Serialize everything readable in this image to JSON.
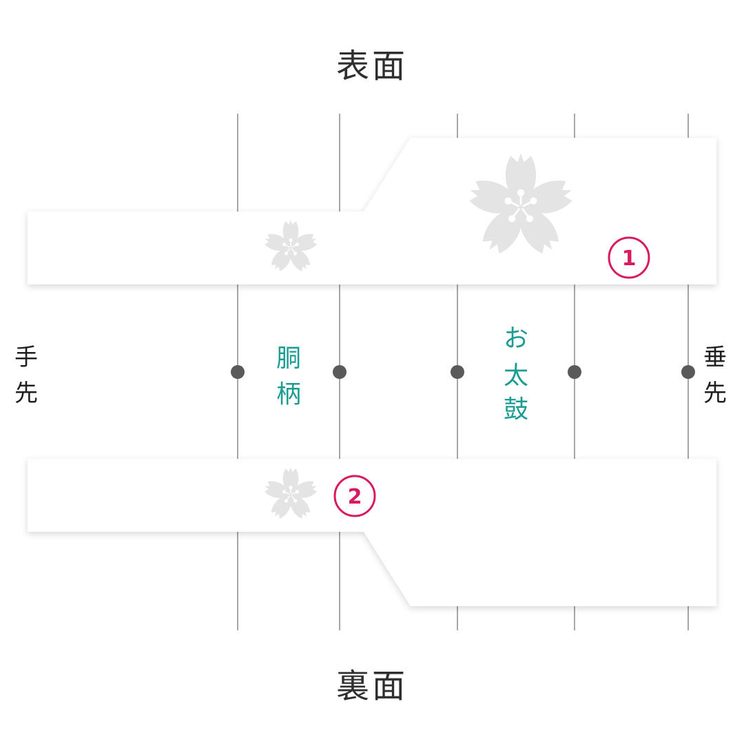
{
  "titles": {
    "front": "表面",
    "back": "裏面"
  },
  "ends": {
    "left": [
      "手",
      "先"
    ],
    "right": [
      "垂",
      "先"
    ]
  },
  "sections": {
    "dougara": [
      "胴",
      "柄"
    ],
    "otaiko": [
      "お",
      "太",
      "鼓"
    ]
  },
  "markers": {
    "front": "1",
    "back": "2"
  },
  "colors": {
    "background": "#ffffff",
    "band": "#ffffff",
    "guide_line": "#777777",
    "dot": "#5a5a5a",
    "section_label": "#1a9c93",
    "marker": "#d81b60",
    "sakura": "#e4e4e4"
  },
  "icons": {
    "sakura": "sakura-icon",
    "dot": "circle-dot-icon"
  }
}
